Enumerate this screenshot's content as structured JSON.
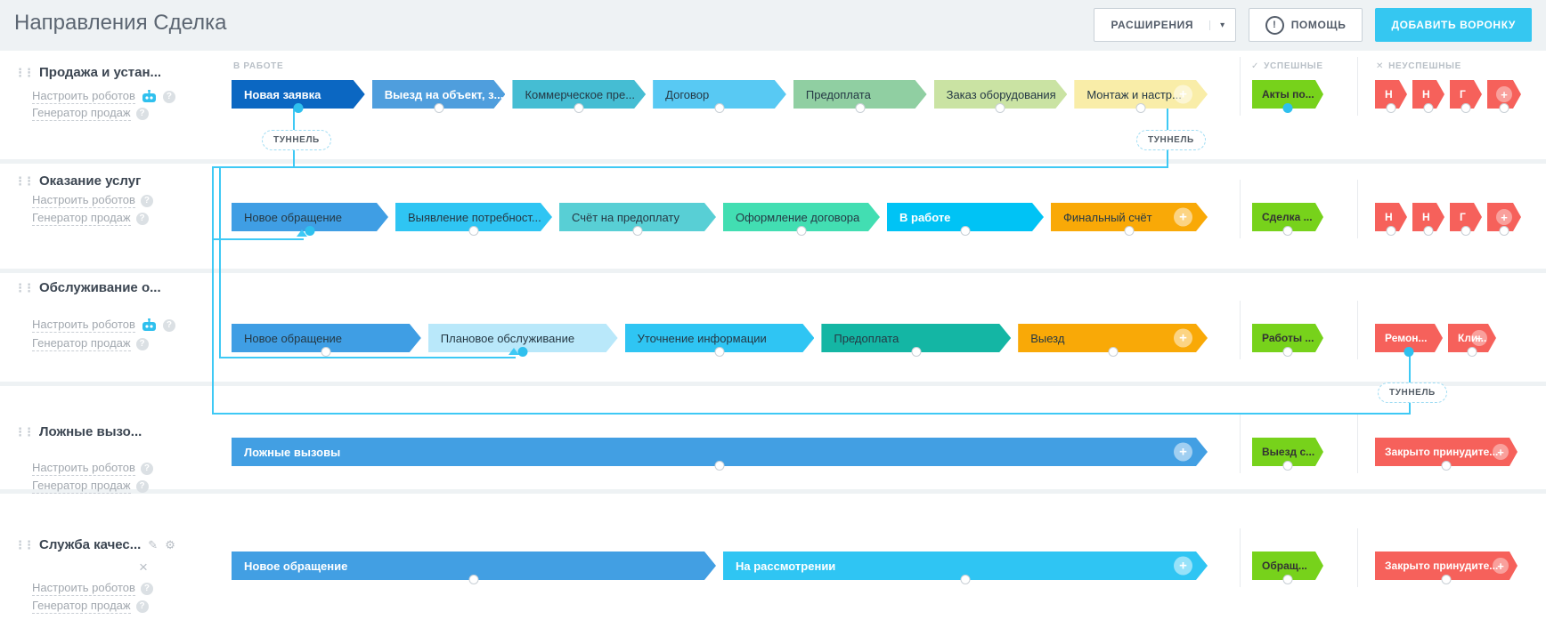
{
  "page_title": "Направления Сделка",
  "toolbar": {
    "extensions": "РАСШИРЕНИЯ",
    "help": "ПОМОЩЬ",
    "add_funnel": "ДОБАВИТЬ ВОРОНКУ"
  },
  "column_headers": {
    "in_progress": "В РАБОТЕ",
    "success": "УСПЕШНЫЕ",
    "fail": "НЕУСПЕШНЫЕ"
  },
  "tunnel_label": "ТУННЕЛЬ",
  "icons": {
    "help": "!",
    "check": "✓",
    "cross": "✕",
    "caret": "▾",
    "plus": "+",
    "edit": "✎",
    "settings": "⚙",
    "close": "×",
    "question": "?",
    "drag": "⋮⋮"
  },
  "colors": {
    "page_bg": "#eef2f4",
    "accent_cyan": "#35c7f1",
    "tunnel_line": "#3ec9f5",
    "success_green": "#77d21b",
    "fail_red": "#f6615b",
    "dark_text": "#253945"
  },
  "funnels": [
    {
      "title": "Продажа и устан...",
      "links": {
        "robots": "Настроить роботов",
        "generator": "Генератор продаж"
      },
      "has_robot_icon": true,
      "has_edit_icons": false,
      "stages": [
        {
          "label": "Новая заявка",
          "bg": "#0b67c2",
          "fg": "#ffffff",
          "bold": true,
          "dot": "cyan"
        },
        {
          "label": "Выезд на объект, з...",
          "bg": "#4f9edd",
          "fg": "#ffffff",
          "bold": true
        },
        {
          "label": "Коммерческое пре...",
          "bg": "#45bdd3",
          "fg": "#253945"
        },
        {
          "label": "Договор",
          "bg": "#58c9f3",
          "fg": "#253945"
        },
        {
          "label": "Предоплата",
          "bg": "#90cfa2",
          "fg": "#253945"
        },
        {
          "label": "Заказ оборудования",
          "bg": "#cae3a3",
          "fg": "#253945"
        },
        {
          "label": "Монтаж и настр...",
          "bg": "#f9eda8",
          "fg": "#253945",
          "plus": true
        }
      ],
      "success": {
        "label": "Акты по...",
        "dot": "cyan"
      },
      "failed": [
        {
          "label": "Н"
        },
        {
          "label": "Н"
        },
        {
          "label": "Г"
        },
        {
          "label": "",
          "plus": true
        }
      ]
    },
    {
      "title": "Оказание услуг",
      "links": {
        "robots": "Настроить роботов",
        "generator": "Генератор продаж"
      },
      "has_robot_icon": false,
      "has_edit_icons": false,
      "stages": [
        {
          "label": "Новое обращение",
          "bg": "#3f9ee4",
          "fg": "#253945",
          "dot": "cyan"
        },
        {
          "label": "Выявление потребност...",
          "bg": "#2fc5f3",
          "fg": "#253945"
        },
        {
          "label": "Счёт на предоплату",
          "bg": "#58cfd5",
          "fg": "#253945"
        },
        {
          "label": "Оформление договора",
          "bg": "#42deb2",
          "fg": "#253945"
        },
        {
          "label": "В работе",
          "bg": "#00c3f5",
          "fg": "#ffffff",
          "bold": true
        },
        {
          "label": "Финальный счёт",
          "bg": "#f9a907",
          "fg": "#253945",
          "plus": true
        }
      ],
      "success": {
        "label": "Сделка ..."
      },
      "failed": [
        {
          "label": "Н"
        },
        {
          "label": "Н"
        },
        {
          "label": "Г"
        },
        {
          "label": "",
          "plus": true
        }
      ]
    },
    {
      "title": "Обслуживание о...",
      "links": {
        "robots": "Настроить роботов",
        "generator": "Генератор продаж"
      },
      "has_robot_icon": true,
      "has_edit_icons": false,
      "stages": [
        {
          "label": "Новое обращение",
          "bg": "#3f9ee4",
          "fg": "#253945"
        },
        {
          "label": "Плановое обслуживание",
          "bg": "#b9e8fa",
          "fg": "#253945",
          "dot": "cyan"
        },
        {
          "label": "Уточнение информации",
          "bg": "#2fc5f3",
          "fg": "#253945"
        },
        {
          "label": "Предоплата",
          "bg": "#14b6a4",
          "fg": "#253945"
        },
        {
          "label": "Выезд",
          "bg": "#f9a907",
          "fg": "#253945",
          "plus": true
        }
      ],
      "success": {
        "label": "Работы ..."
      },
      "failed": [
        {
          "label": "Ремон...",
          "dot": "cyan"
        },
        {
          "label": "Кли...",
          "plus": true
        }
      ]
    },
    {
      "title": "Ложные вызо...",
      "links": {
        "robots": "Настроить роботов",
        "generator": "Генератор продаж"
      },
      "has_robot_icon": false,
      "has_edit_icons": false,
      "stages": [
        {
          "label": "Ложные вызовы",
          "bg": "#429fe3",
          "fg": "#ffffff",
          "bold": true,
          "plus": true
        }
      ],
      "success": {
        "label": "Выезд с..."
      },
      "failed": [
        {
          "label": "Закрыто принудите...",
          "plus": true
        }
      ]
    },
    {
      "title": "Служба качес...",
      "links": {
        "robots": "Настроить роботов",
        "generator": "Генератор продаж"
      },
      "has_robot_icon": false,
      "has_edit_icons": true,
      "stages": [
        {
          "label": "Новое обращение",
          "bg": "#429fe3",
          "fg": "#ffffff",
          "bold": true
        },
        {
          "label": "На рассмотрении",
          "bg": "#2fc5f3",
          "fg": "#ffffff",
          "bold": true,
          "plus": true
        }
      ],
      "success": {
        "label": "Обращ..."
      },
      "failed": [
        {
          "label": "Закрыто принудите...",
          "plus": true
        }
      ]
    }
  ]
}
